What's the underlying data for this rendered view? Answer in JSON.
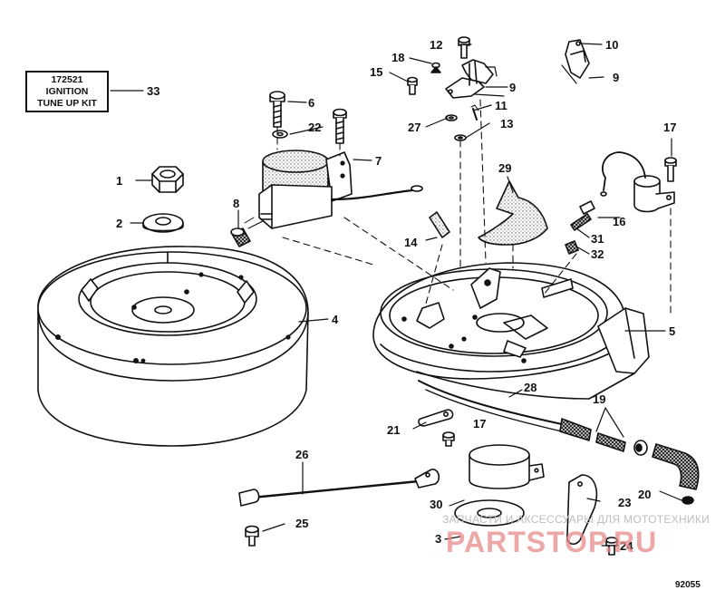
{
  "kit_box": {
    "part_number": "172521",
    "line1": "IGNITION",
    "line2": "TUNE UP KIT"
  },
  "callouts": {
    "c1": "1",
    "c2": "2",
    "c3": "3",
    "c4": "4",
    "c5": "5",
    "c6": "6",
    "c7": "7",
    "c8": "8",
    "c9a": "9",
    "c9b": "9",
    "c10": "10",
    "c11": "11",
    "c12": "12",
    "c13": "13",
    "c14": "14",
    "c15": "15",
    "c16": "16",
    "c17a": "17",
    "c17b": "17",
    "c18": "18",
    "c19": "19",
    "c20": "20",
    "c21": "21",
    "c22": "22",
    "c23": "23",
    "c24": "24",
    "c25": "25",
    "c26": "26",
    "c27": "27",
    "c28": "28",
    "c29": "29",
    "c30": "30",
    "c31": "31",
    "c32": "32",
    "c33": "33"
  },
  "watermark": {
    "top_line": "ЗАПЧАСТИ И АКСЕССУАРЫ ДЛЯ МОТОТЕХНИКИ",
    "logo": "PARTSTOP.RU"
  },
  "drawing_number": "92055"
}
